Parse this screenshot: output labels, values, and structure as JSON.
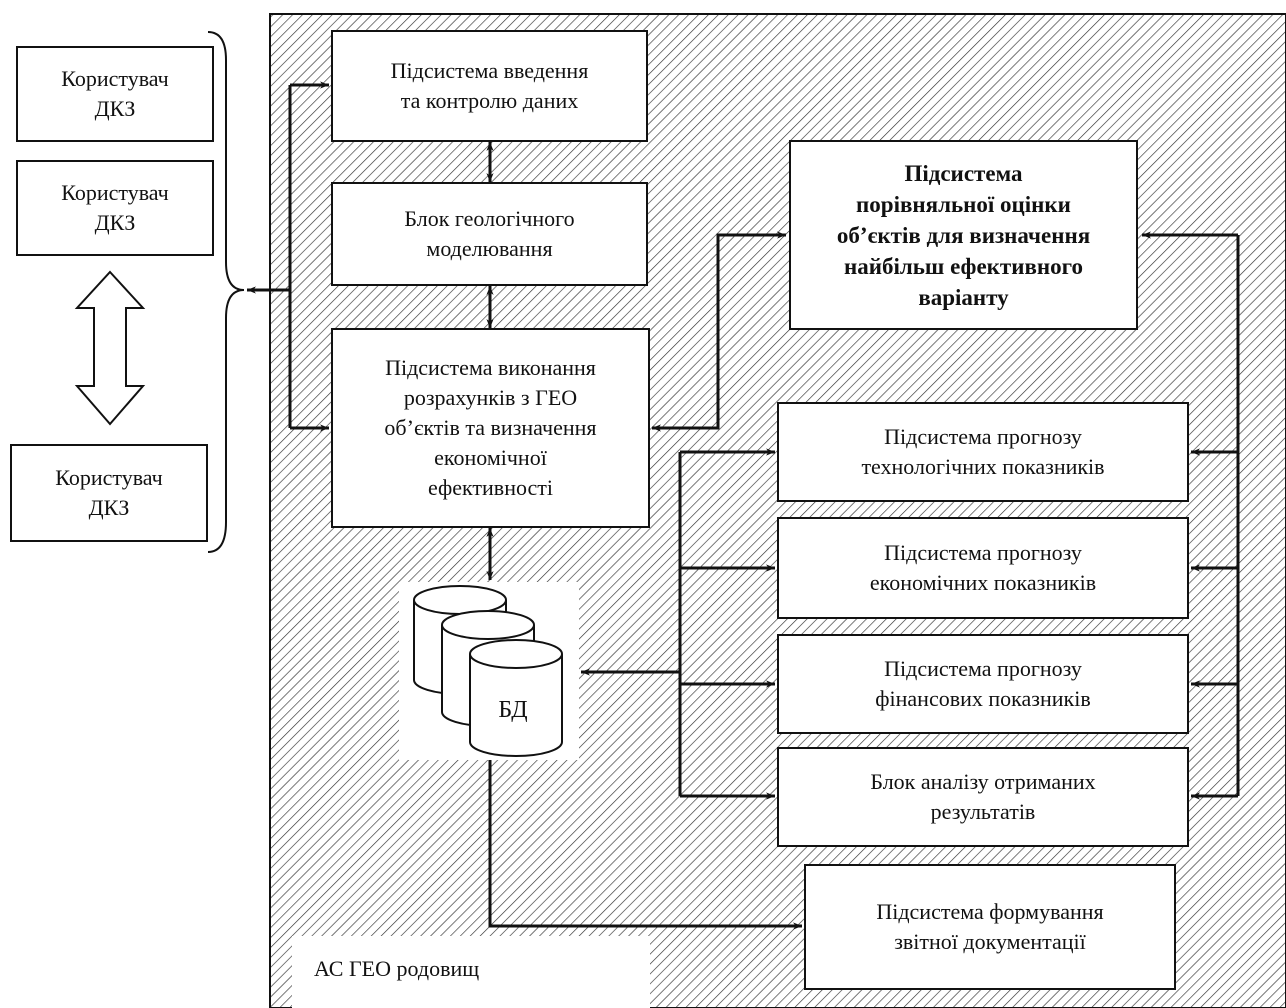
{
  "users": [
    {
      "label": "Користувач\nДКЗ"
    },
    {
      "label": "Користувач\nДКЗ"
    },
    {
      "label": "Користувач\nДКЗ"
    }
  ],
  "blocks": {
    "input_control": "Підсистема введення\nта контролю даних",
    "geo_modeling": "Блок геологічного\nмоделювання",
    "calculations": "Підсистема виконання\nрозрахунків з ГЕО\nоб’єктів та визначення\nекономічної\nефективності",
    "comparative": "Підсистема\nпорівняльної оцінки\nоб’єктів для визначення\nнайбільш ефективного\nваріанту",
    "tech_forecast": "Підсистема прогнозу\nтехнологічних показників",
    "econ_forecast": "Підсистема прогнозу\nекономічних показників",
    "fin_forecast": "Підсистема прогнозу\nфінансових показників",
    "results_analysis": "Блок аналізу отриманих\nрезультатів",
    "reporting": "Підсистема формування\nзвітної документації"
  },
  "database": {
    "label": "БД"
  },
  "system": {
    "label": "АС ГЕО родовищ"
  }
}
